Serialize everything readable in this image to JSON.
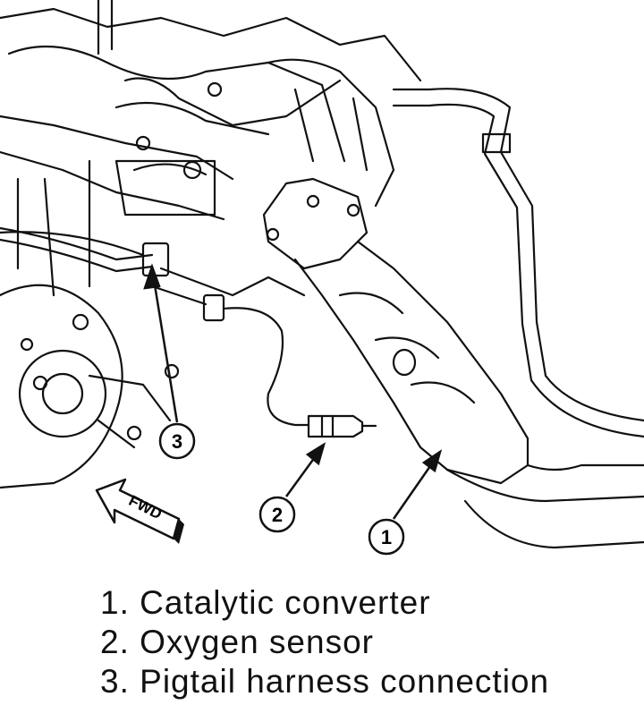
{
  "diagram": {
    "callouts": [
      {
        "number": "1",
        "label": "Catalytic converter"
      },
      {
        "number": "2",
        "label": "Oxygen sensor"
      },
      {
        "number": "3",
        "label": "Pigtail harness connection"
      }
    ],
    "direction_arrow": "FWD"
  },
  "legend": [
    "1. Catalytic converter",
    "2. Oxygen sensor",
    "3. Pigtail harness connection"
  ]
}
